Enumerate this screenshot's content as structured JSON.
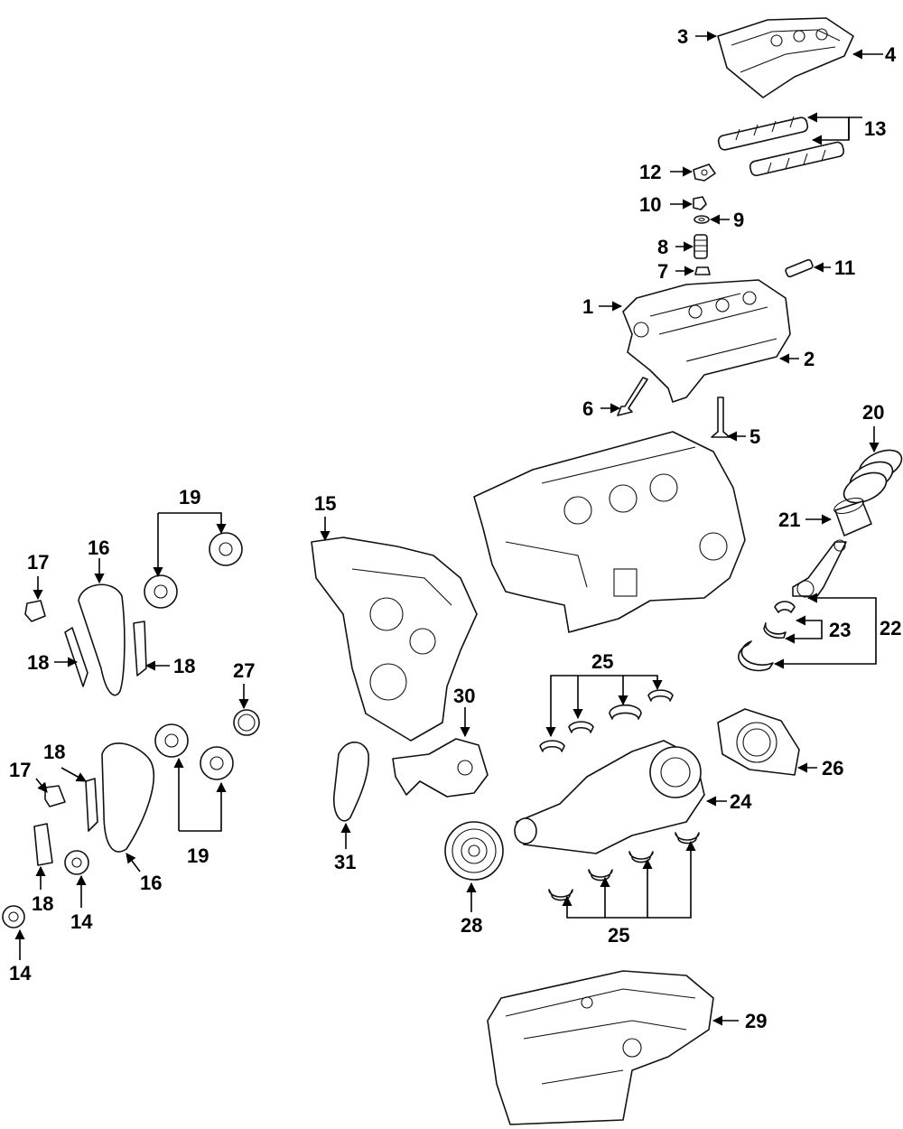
{
  "callouts": {
    "c1": "1",
    "c2": "2",
    "c3": "3",
    "c4": "4",
    "c5": "5",
    "c6": "6",
    "c7": "7",
    "c8": "8",
    "c9": "9",
    "c10": "10",
    "c11": "11",
    "c12": "12",
    "c13": "13",
    "c14a": "14",
    "c14b": "14",
    "c15": "15",
    "c16a": "16",
    "c16b": "16",
    "c17a": "17",
    "c17b": "17",
    "c18a": "18",
    "c18b": "18",
    "c18c": "18",
    "c18d": "18",
    "c19a": "19",
    "c19b": "19",
    "c20": "20",
    "c21": "21",
    "c22": "22",
    "c23": "23",
    "c24": "24",
    "c25a": "25",
    "c25b": "25",
    "c26": "26",
    "c27": "27",
    "c28": "28",
    "c29": "29",
    "c30": "30",
    "c31": "31"
  }
}
